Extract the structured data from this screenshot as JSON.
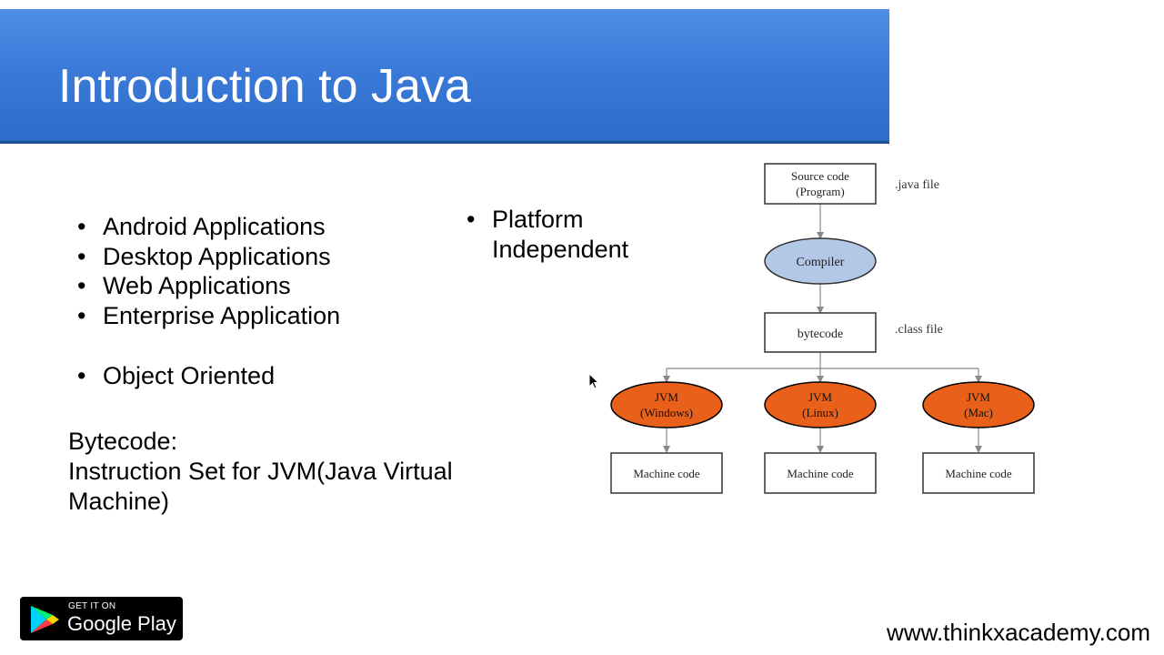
{
  "slide": {
    "title": "Introduction to Java",
    "features": [
      "Android Applications",
      "Desktop Applications",
      "Web Applications",
      "Enterprise Application"
    ],
    "extra_feature": "Object Oriented",
    "platform_bullet": "Platform Independent",
    "bytecode_heading": "Bytecode:",
    "bytecode_definition": "Instruction Set for JVM(Java Virtual Machine)"
  },
  "diagram": {
    "source_box": [
      "Source code",
      "(Program)"
    ],
    "source_note": ".java file",
    "compiler": "Compiler",
    "bytecode_box": "bytecode",
    "bytecode_note": ".class file",
    "jvms": [
      {
        "line1": "JVM",
        "line2": "(Windows)"
      },
      {
        "line1": "JVM",
        "line2": "(Linux)"
      },
      {
        "line1": "JVM",
        "line2": "(Mac)"
      }
    ],
    "machine_code": "Machine code",
    "colors": {
      "compiler_fill": "#b3c7e6",
      "jvm_fill": "#e8601a",
      "jvm_stroke": "#000000",
      "box_stroke": "#333333",
      "arrow": "#888888"
    }
  },
  "badge": {
    "small_text": "GET IT ON",
    "big_text": "Google Play"
  },
  "footer": {
    "url": "www.thinkxacademy.com"
  },
  "theme": {
    "title_bar": "#3b7ad8",
    "title_text": "#ffffff"
  }
}
